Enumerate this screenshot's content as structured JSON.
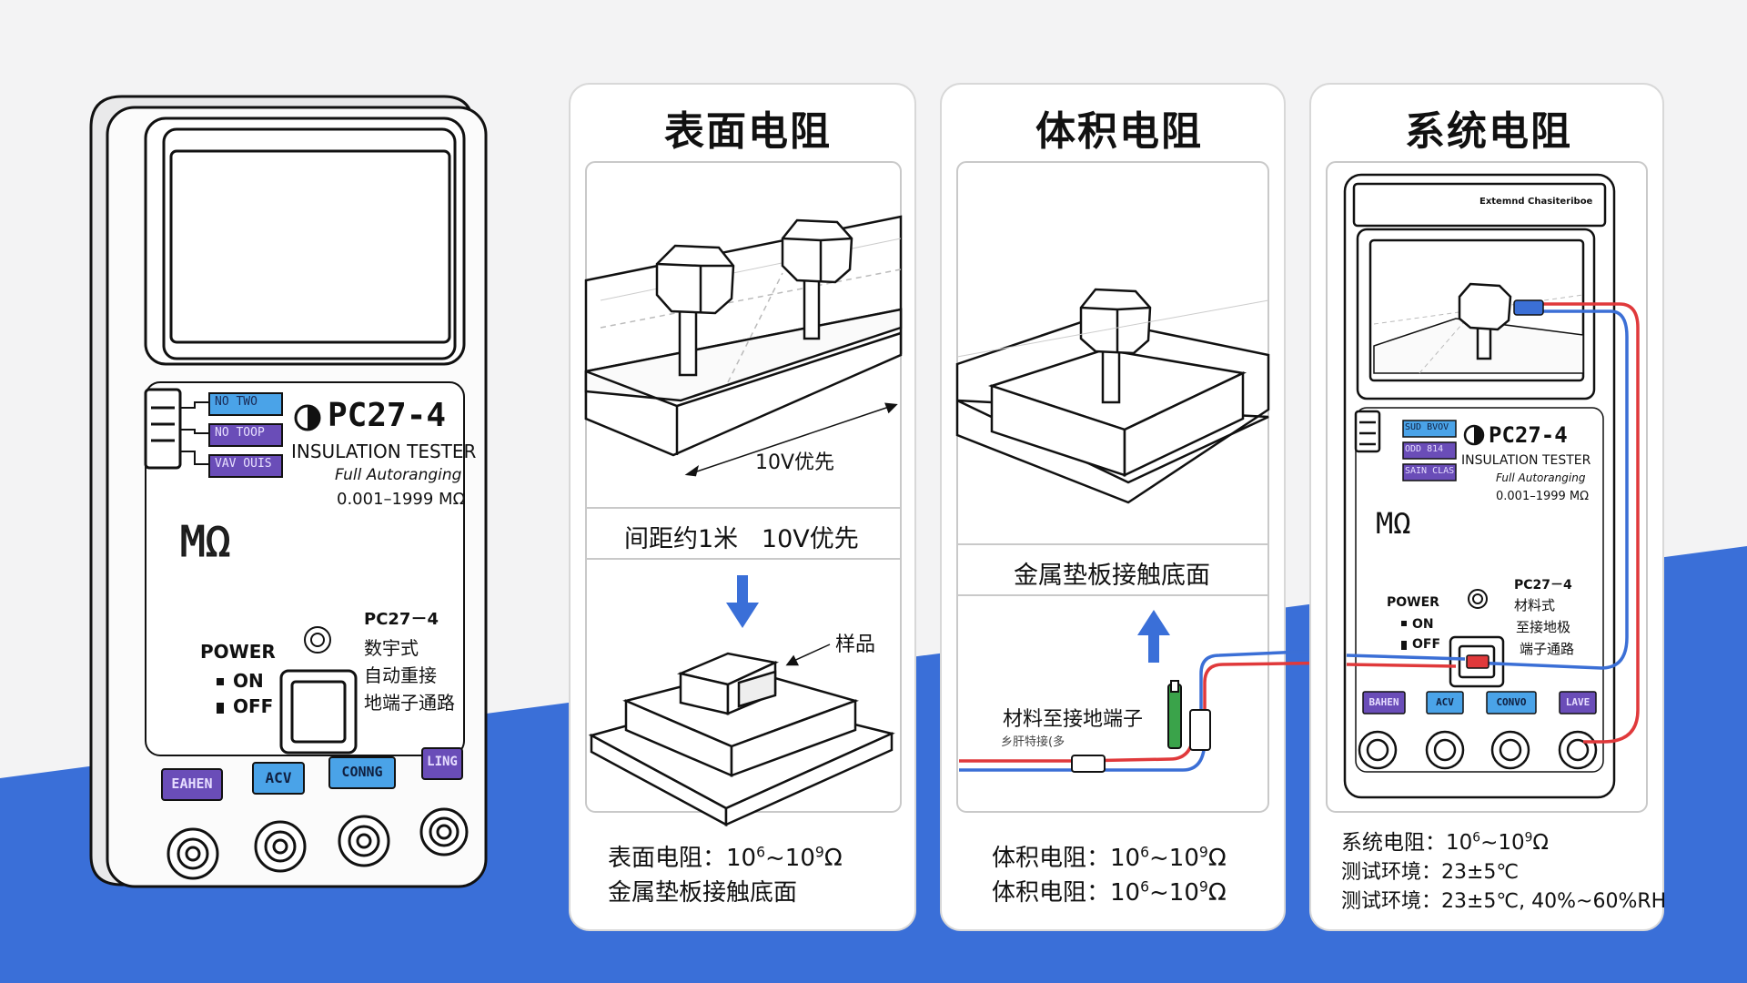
{
  "colors": {
    "accent_blue": "#3a6fd8",
    "wire_red": "#e0393b",
    "wire_blue": "#3b6fd6",
    "btn_blue": "#4aa3e8",
    "btn_purple": "#6a4db8",
    "green_probe": "#3aa34a"
  },
  "tester": {
    "model": "PC27-4",
    "name": "INSULATION TESTER",
    "autorange": "Full Autoranging",
    "range": "0.001–1999 MΩ",
    "unit_symbol": "MΩ",
    "range_tags": [
      "NO TWO",
      "NO TOOP",
      "VAV OUIS"
    ],
    "power_label": "POWER",
    "on_label": "ON",
    "off_label": "OFF",
    "side_text": [
      "PC27－4",
      "数宇式",
      "自动重接",
      "地端子通路"
    ],
    "buttons": [
      "EAHEN",
      "ACV",
      "CONNG",
      "LING"
    ]
  },
  "panels": {
    "surface": {
      "title": "表面电阻",
      "voltage_note": "10V优先",
      "bar": "间距约1米   10V优先",
      "sample_label": "样品",
      "caption_line1_prefix": "表面电阻：10",
      "caption_line1_exp1": "6",
      "caption_line1_mid": "~10",
      "caption_line1_exp2": "9",
      "caption_line1_unit": "Ω",
      "caption_line2": "金属垫板接触底面"
    },
    "volume": {
      "title": "体积电阻",
      "bar": "金属垫板接触底面",
      "ground_label": "材料至接地端子",
      "ground_sub": "乡肝特接(多",
      "caption_line1_prefix": "体积电阻：10",
      "caption_line1_exp1": "6",
      "caption_line1_mid": "~10",
      "caption_line1_exp2": "9",
      "caption_line1_unit": "Ω",
      "caption_line2_prefix": "体积电阻：10",
      "caption_line2_exp1": "6",
      "caption_line2_mid": "~10",
      "caption_line2_exp2": "9",
      "caption_line2_unit": "Ω"
    },
    "system": {
      "title": "系统电阻",
      "header_text": "Extemnd Chasiteriboe",
      "model": "PC27-4",
      "name": "INSULATION TESTER",
      "autorange": "Full Autoranging",
      "range": "0.001–1999 MΩ",
      "unit_symbol": "MΩ",
      "power_label": "POWER",
      "on_label": "ON",
      "off_label": "OFF",
      "side_text": [
        "PC27－4",
        "材料式",
        "至接地极",
        "端子通路"
      ],
      "range_tags": [
        "SUD BVOV",
        "ODD 814",
        "SAIN CLAS"
      ],
      "buttons": [
        "BAHEN",
        "ACV",
        "CONVO",
        "LAVE"
      ],
      "caption_line1_prefix": "系统电阻：10",
      "caption_line1_exp1": "6",
      "caption_line1_mid": "~10",
      "caption_line1_exp2": "9",
      "caption_line1_unit": "Ω",
      "caption_line2": "测试环境：23±5℃",
      "caption_line3": "测试环境：23±5℃, 40%~60%RH"
    }
  }
}
